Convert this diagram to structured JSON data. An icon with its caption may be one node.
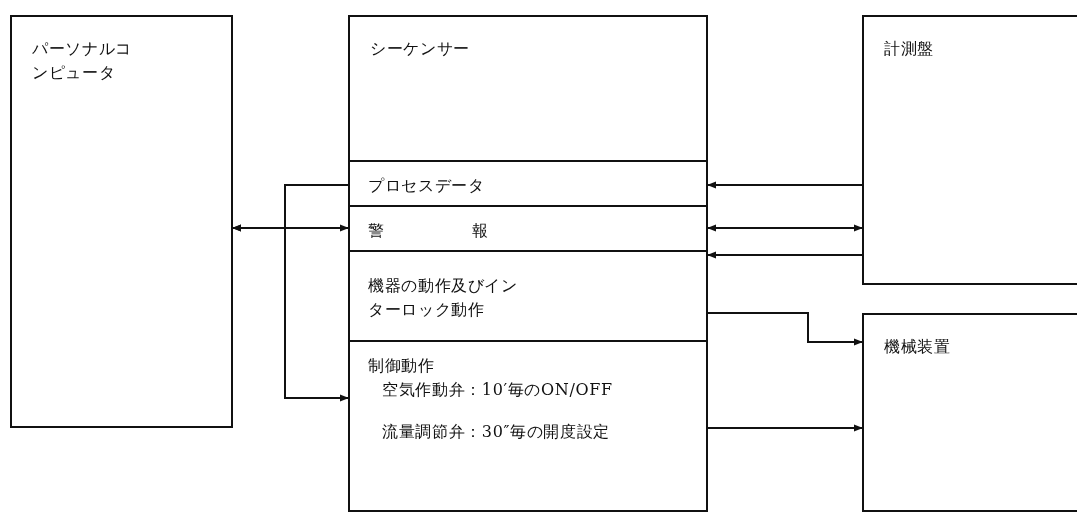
{
  "diagram": {
    "nodes": [
      {
        "text": [
          "パーソナルコンピュータ"
        ]
      },
      {
        "text": [
          "シーケンサー"
        ]
      },
      {
        "text": [
          "プロセスデータ"
        ],
        "in": 1
      },
      {
        "text": [
          "警報"
        ],
        "in": 1
      },
      {
        "text": [
          "機器の動作及びインターロック動作"
        ],
        "in": 1
      },
      {
        "text": [
          "制御動作",
          "空気作動弁：10′毎のON/OFF",
          "流量調節弁：30″毎の開度設定"
        ],
        "in": 1
      },
      {
        "text": [
          "計測盤"
        ]
      },
      {
        "text": [
          "機械装置"
        ]
      }
    ],
    "edges": [
      {
        "from": 2,
        "to": 0,
        "arrow": "to"
      },
      {
        "from": 0,
        "to": 3,
        "arrow": "both"
      },
      {
        "from": 0,
        "to": 5,
        "arrow": "to"
      },
      {
        "from": 6,
        "to": 2,
        "arrow": "to"
      },
      {
        "from": 3,
        "to": 6,
        "arrow": "both"
      },
      {
        "from": 6,
        "to": 4,
        "arrow": "to"
      },
      {
        "from": 4,
        "to": 7,
        "arrow": "to"
      },
      {
        "from": 5,
        "to": 7,
        "arrow": "to"
      }
    ]
  }
}
